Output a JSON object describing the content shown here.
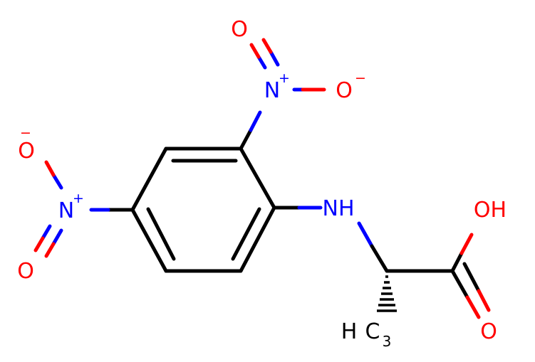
{
  "molecule": {
    "colors": {
      "bond": "#000000",
      "nitrogen": "#0000FF",
      "oxygen": "#FF0000",
      "carbon_label": "#000000",
      "background": "#FFFFFF"
    },
    "labels": {
      "nh": "NH",
      "oh": "OH",
      "carbonyl_o": "O",
      "ch3_c": "C",
      "ch3_h": "H",
      "ch3_sub": "3",
      "nitro_top_n": "N",
      "nitro_top_n_charge": "+",
      "nitro_top_o_up": "O",
      "nitro_top_o_minus": "O",
      "nitro_top_o_minus_charge": "−",
      "nitro_left_n": "N",
      "nitro_left_n_charge": "+",
      "nitro_left_o_up": "O",
      "nitro_left_o_up_charge": "−",
      "nitro_left_o_down": "O"
    }
  }
}
